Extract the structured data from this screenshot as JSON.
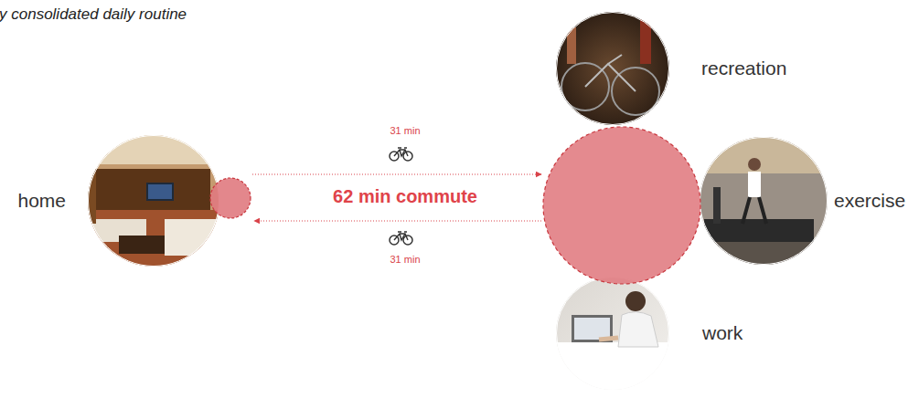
{
  "diagram": {
    "title": "y consolidated daily routine",
    "nodes": [
      {
        "text": [
          "home"
        ]
      },
      {
        "text": [
          "recreation"
        ]
      },
      {
        "text": [
          "exercise"
        ]
      },
      {
        "text": [
          "work"
        ]
      }
    ],
    "labels": [
      "31 min",
      "62 min commute",
      "31 min"
    ]
  }
}
